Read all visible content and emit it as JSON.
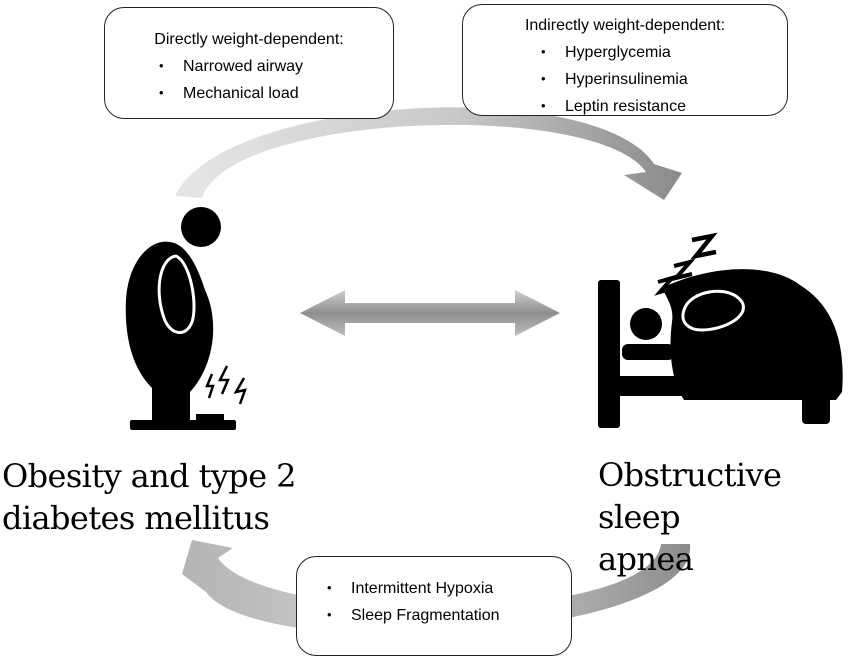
{
  "boxes": {
    "direct": {
      "title": "Directly weight-dependent:",
      "items": [
        "Narrowed airway",
        "Mechanical load"
      ]
    },
    "indirect": {
      "title": "Indirectly weight-dependent:",
      "items": [
        "Hyperglycemia",
        "Hyperinsulinemia",
        "Leptin resistance"
      ]
    },
    "osa_effects": {
      "items": [
        "Intermittent Hypoxia",
        "Sleep Fragmentation"
      ]
    }
  },
  "nodes": {
    "left_label": "Obesity and type 2\ndiabetes mellitus",
    "right_label": "Obstructive sleep\napnea"
  },
  "icons": {
    "left": "person-on-scale-icon",
    "right": "sleeping-person-in-bed-icon"
  },
  "colors": {
    "arrow_light": "#e4e4e4",
    "arrow_dark": "#8a8a8a",
    "icon_fill": "#000000"
  }
}
